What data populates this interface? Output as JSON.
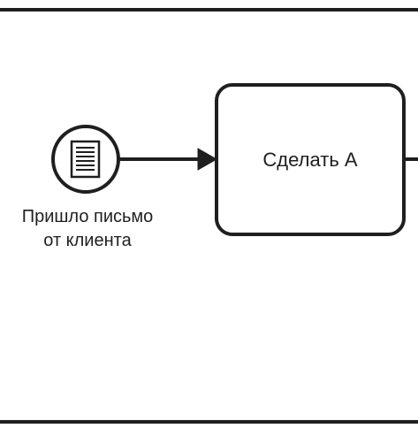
{
  "start_event": {
    "type": "message-start-event",
    "icon": "document-icon",
    "label_line1": "Пришло письмо",
    "label_line2": "от клиента"
  },
  "task": {
    "label": "Сделать А"
  },
  "colors": {
    "stroke": "#1f1f1f",
    "background": "#ffffff"
  }
}
